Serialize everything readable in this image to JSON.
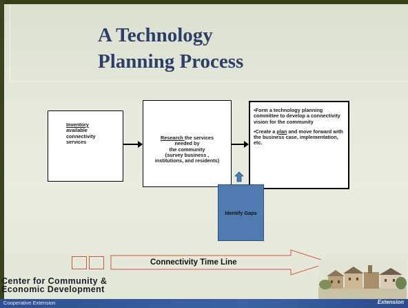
{
  "slide": {
    "title_line1": "A Technology",
    "title_line2": "Planning Process"
  },
  "diagram": {
    "inventory": {
      "link": "Inventory",
      "line1": "available",
      "line2": "connectivity",
      "line3": "services"
    },
    "research": {
      "link": "Research ",
      "rest": "the services",
      "line2": "needed by",
      "line3": "the community",
      "line4": "(survey business ,",
      "line5": "institutions, and residents)"
    },
    "plan": {
      "bullet1": "•Form a technology planning committee to develop a connectivity vision for the community",
      "bullet2_pre": "•Create a ",
      "bullet2_link": "plan",
      "bullet2_post": " and move forward with the business case, implementation, etc."
    },
    "gaps": "Identify Gaps"
  },
  "timeline": {
    "label": "Connectivity Time Line"
  },
  "footer": {
    "logo_line1": "Center for Community &",
    "logo_line2": "Economic Development",
    "left_text": "Cooperative Extension",
    "right_text": "Extension"
  },
  "colors": {
    "title": "#2d3e68",
    "gaps_fill": "#4f7bb1",
    "timeline_outline": "#d0553c",
    "footer_bar": "#3b62a6"
  }
}
